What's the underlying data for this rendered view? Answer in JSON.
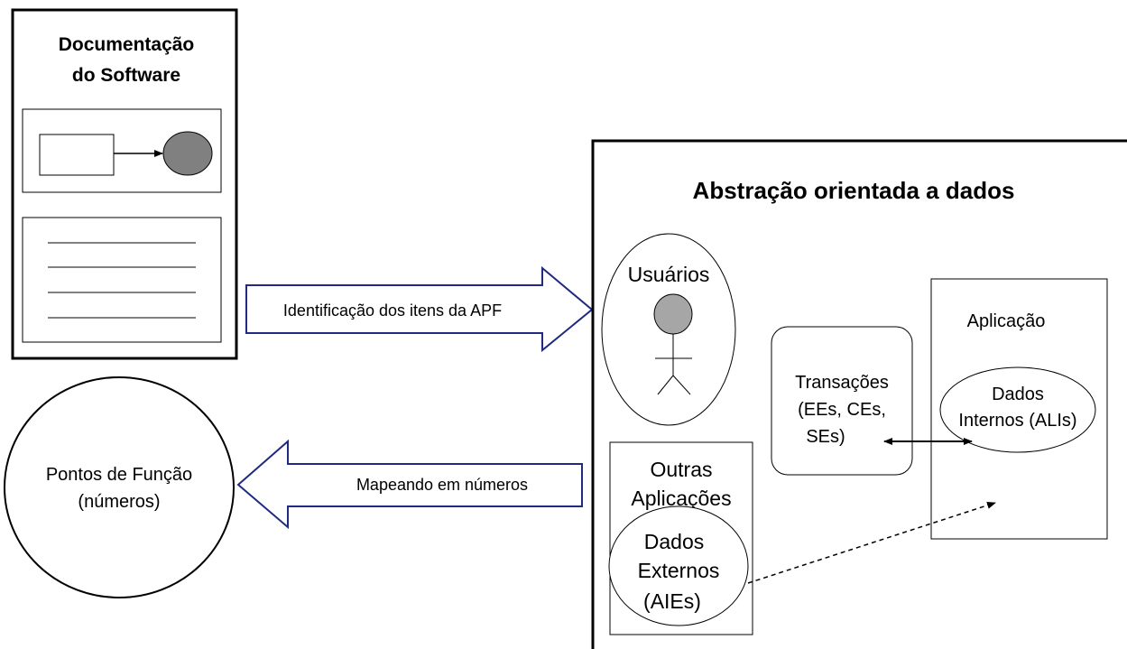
{
  "doc_panel": {
    "title_line1": "Documentação",
    "title_line2": "do Software"
  },
  "arrow_identify": {
    "label": "Identificação dos itens da APF"
  },
  "arrow_map": {
    "label": "Mapeando em números"
  },
  "function_points": {
    "line1": "Pontos de Função",
    "line2": "(números)"
  },
  "abstraction_box": {
    "title": "Abstração orientada a dados",
    "users": {
      "label": "Usuários"
    },
    "transactions": {
      "line1": "Transações",
      "line2": "(EEs, CEs,",
      "line3": "SEs)"
    },
    "application": {
      "label": "Aplicação",
      "internal_data": {
        "line1": "Dados",
        "line2": "Internos (ALIs)"
      }
    },
    "other_apps": {
      "line1": "Outras",
      "line2": "Aplicações",
      "external_data": {
        "line1": "Dados",
        "line2": "Externos",
        "line3": "(AIEs)"
      }
    }
  },
  "colors": {
    "arrow_stroke": "#1f2a80",
    "actor_fill": "#a6a6a6",
    "circle_fill": "#808080"
  }
}
